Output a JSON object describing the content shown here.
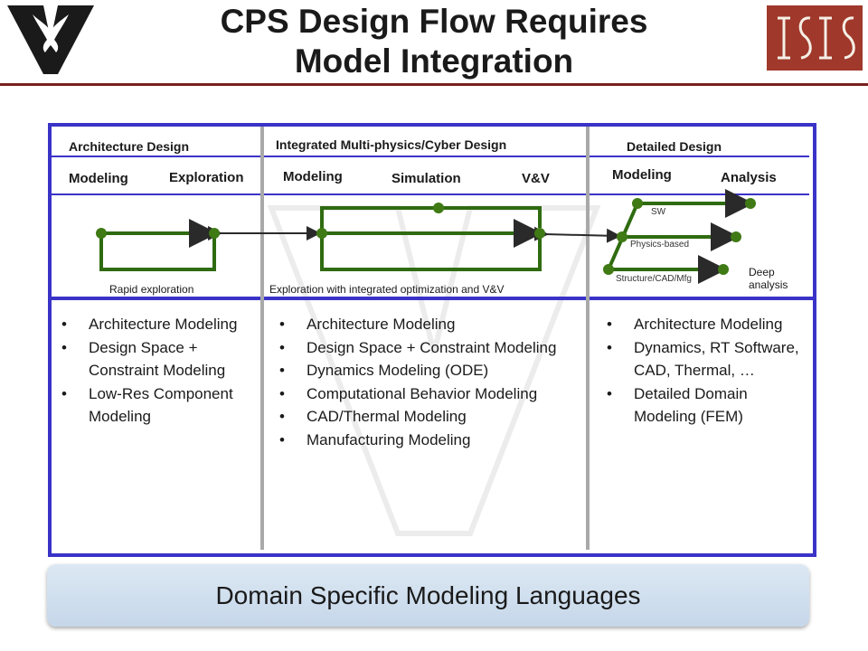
{
  "title_line1": "CPS Design Flow Requires",
  "title_line2": "Model Integration",
  "phases": [
    {
      "name": "Architecture Design",
      "subs": [
        "Modeling",
        "Exploration"
      ],
      "caption": "Rapid exploration",
      "bullets": [
        "Architecture Modeling",
        "Design Space + Constraint Modeling",
        "Low-Res Component Modeling"
      ]
    },
    {
      "name": "Integrated Multi-physics/Cyber Design",
      "subs": [
        "Modeling",
        "Simulation",
        "V&V"
      ],
      "caption": "Exploration with integrated optimization and V&V",
      "bullets": [
        "Architecture Modeling",
        "Design Space + Constraint Modeling",
        "Dynamics Modeling (ODE)",
        "Computational Behavior Modeling",
        "CAD/Thermal Modeling",
        "Manufacturing Modeling"
      ]
    },
    {
      "name": "Detailed Design",
      "subs": [
        "Modeling",
        "Analysis"
      ],
      "branches": [
        "SW",
        "Physics-based",
        "Structure/CAD/Mfg"
      ],
      "caption": "Deep analysis",
      "bullets": [
        "Architecture Modeling",
        "Dynamics,  RT Software, CAD, Thermal, …",
        "Detailed Domain Modeling (FEM)"
      ]
    }
  ],
  "footer": "Domain Specific Modeling Languages",
  "colors": {
    "frame": "#3a33c8",
    "flow": "#2f6b10",
    "node": "#3f7a14",
    "arrow_head": "#2a2a2a",
    "header_rule": "#7a1f1f",
    "isis_logo": "#a0392b",
    "footer_bg": "#d2e0ef"
  },
  "icons": {
    "left_logo": "vanderbilt-v-logo",
    "right_logo": "isis-logo"
  }
}
